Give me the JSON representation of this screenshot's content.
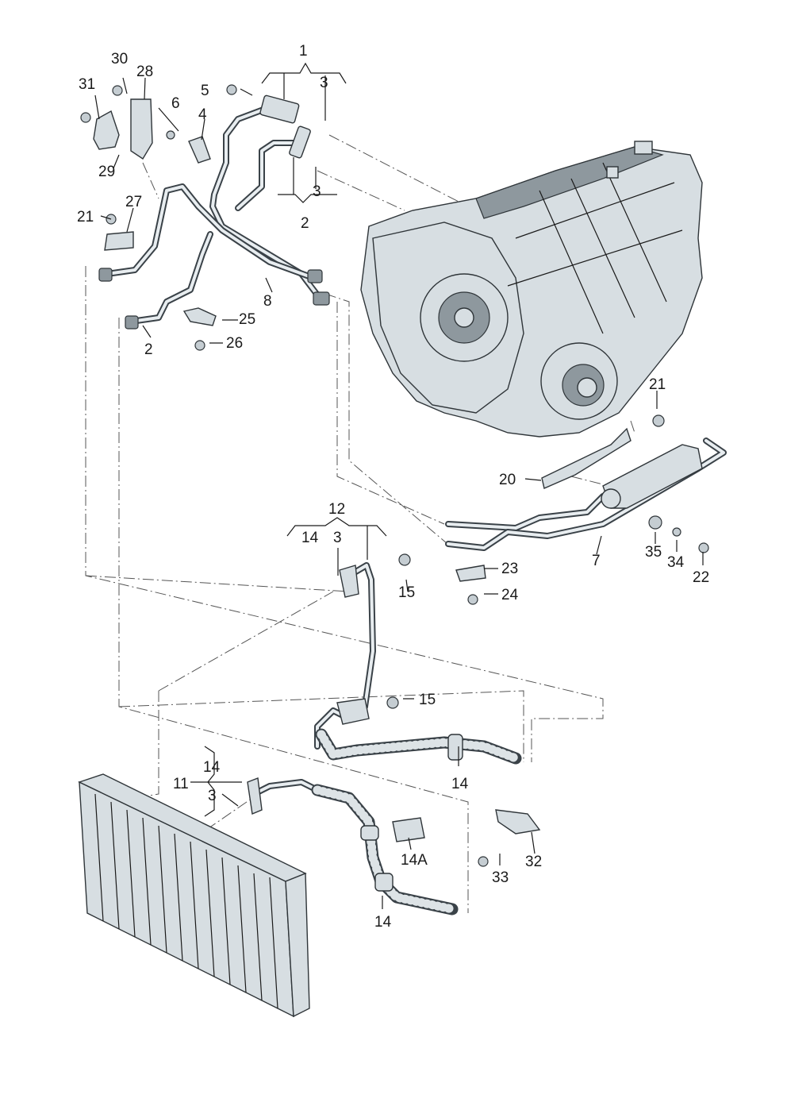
{
  "callouts": [
    {
      "id": "c-1",
      "text": "1"
    },
    {
      "id": "c-2a",
      "text": "2"
    },
    {
      "id": "c-2b",
      "text": "2"
    },
    {
      "id": "c-3a",
      "text": "3"
    },
    {
      "id": "c-3b",
      "text": "3"
    },
    {
      "id": "c-3c",
      "text": "3"
    },
    {
      "id": "c-3d",
      "text": "3"
    },
    {
      "id": "c-4",
      "text": "4"
    },
    {
      "id": "c-5",
      "text": "5"
    },
    {
      "id": "c-6",
      "text": "6"
    },
    {
      "id": "c-7",
      "text": "7"
    },
    {
      "id": "c-8",
      "text": "8"
    },
    {
      "id": "c-11",
      "text": "11"
    },
    {
      "id": "c-12",
      "text": "12"
    },
    {
      "id": "c-14a",
      "text": "14"
    },
    {
      "id": "c-14b",
      "text": "14"
    },
    {
      "id": "c-14c",
      "text": "14"
    },
    {
      "id": "c-14d",
      "text": "14"
    },
    {
      "id": "c-14A",
      "text": "14A"
    },
    {
      "id": "c-15a",
      "text": "15"
    },
    {
      "id": "c-15b",
      "text": "15"
    },
    {
      "id": "c-20",
      "text": "20"
    },
    {
      "id": "c-21a",
      "text": "21"
    },
    {
      "id": "c-21b",
      "text": "21"
    },
    {
      "id": "c-22",
      "text": "22"
    },
    {
      "id": "c-23",
      "text": "23"
    },
    {
      "id": "c-24",
      "text": "24"
    },
    {
      "id": "c-25",
      "text": "25"
    },
    {
      "id": "c-26",
      "text": "26"
    },
    {
      "id": "c-27",
      "text": "27"
    },
    {
      "id": "c-28",
      "text": "28"
    },
    {
      "id": "c-29",
      "text": "29"
    },
    {
      "id": "c-30",
      "text": "30"
    },
    {
      "id": "c-31",
      "text": "31"
    },
    {
      "id": "c-32",
      "text": "32"
    },
    {
      "id": "c-33",
      "text": "33"
    },
    {
      "id": "c-34",
      "text": "34"
    },
    {
      "id": "c-35",
      "text": "35"
    }
  ]
}
